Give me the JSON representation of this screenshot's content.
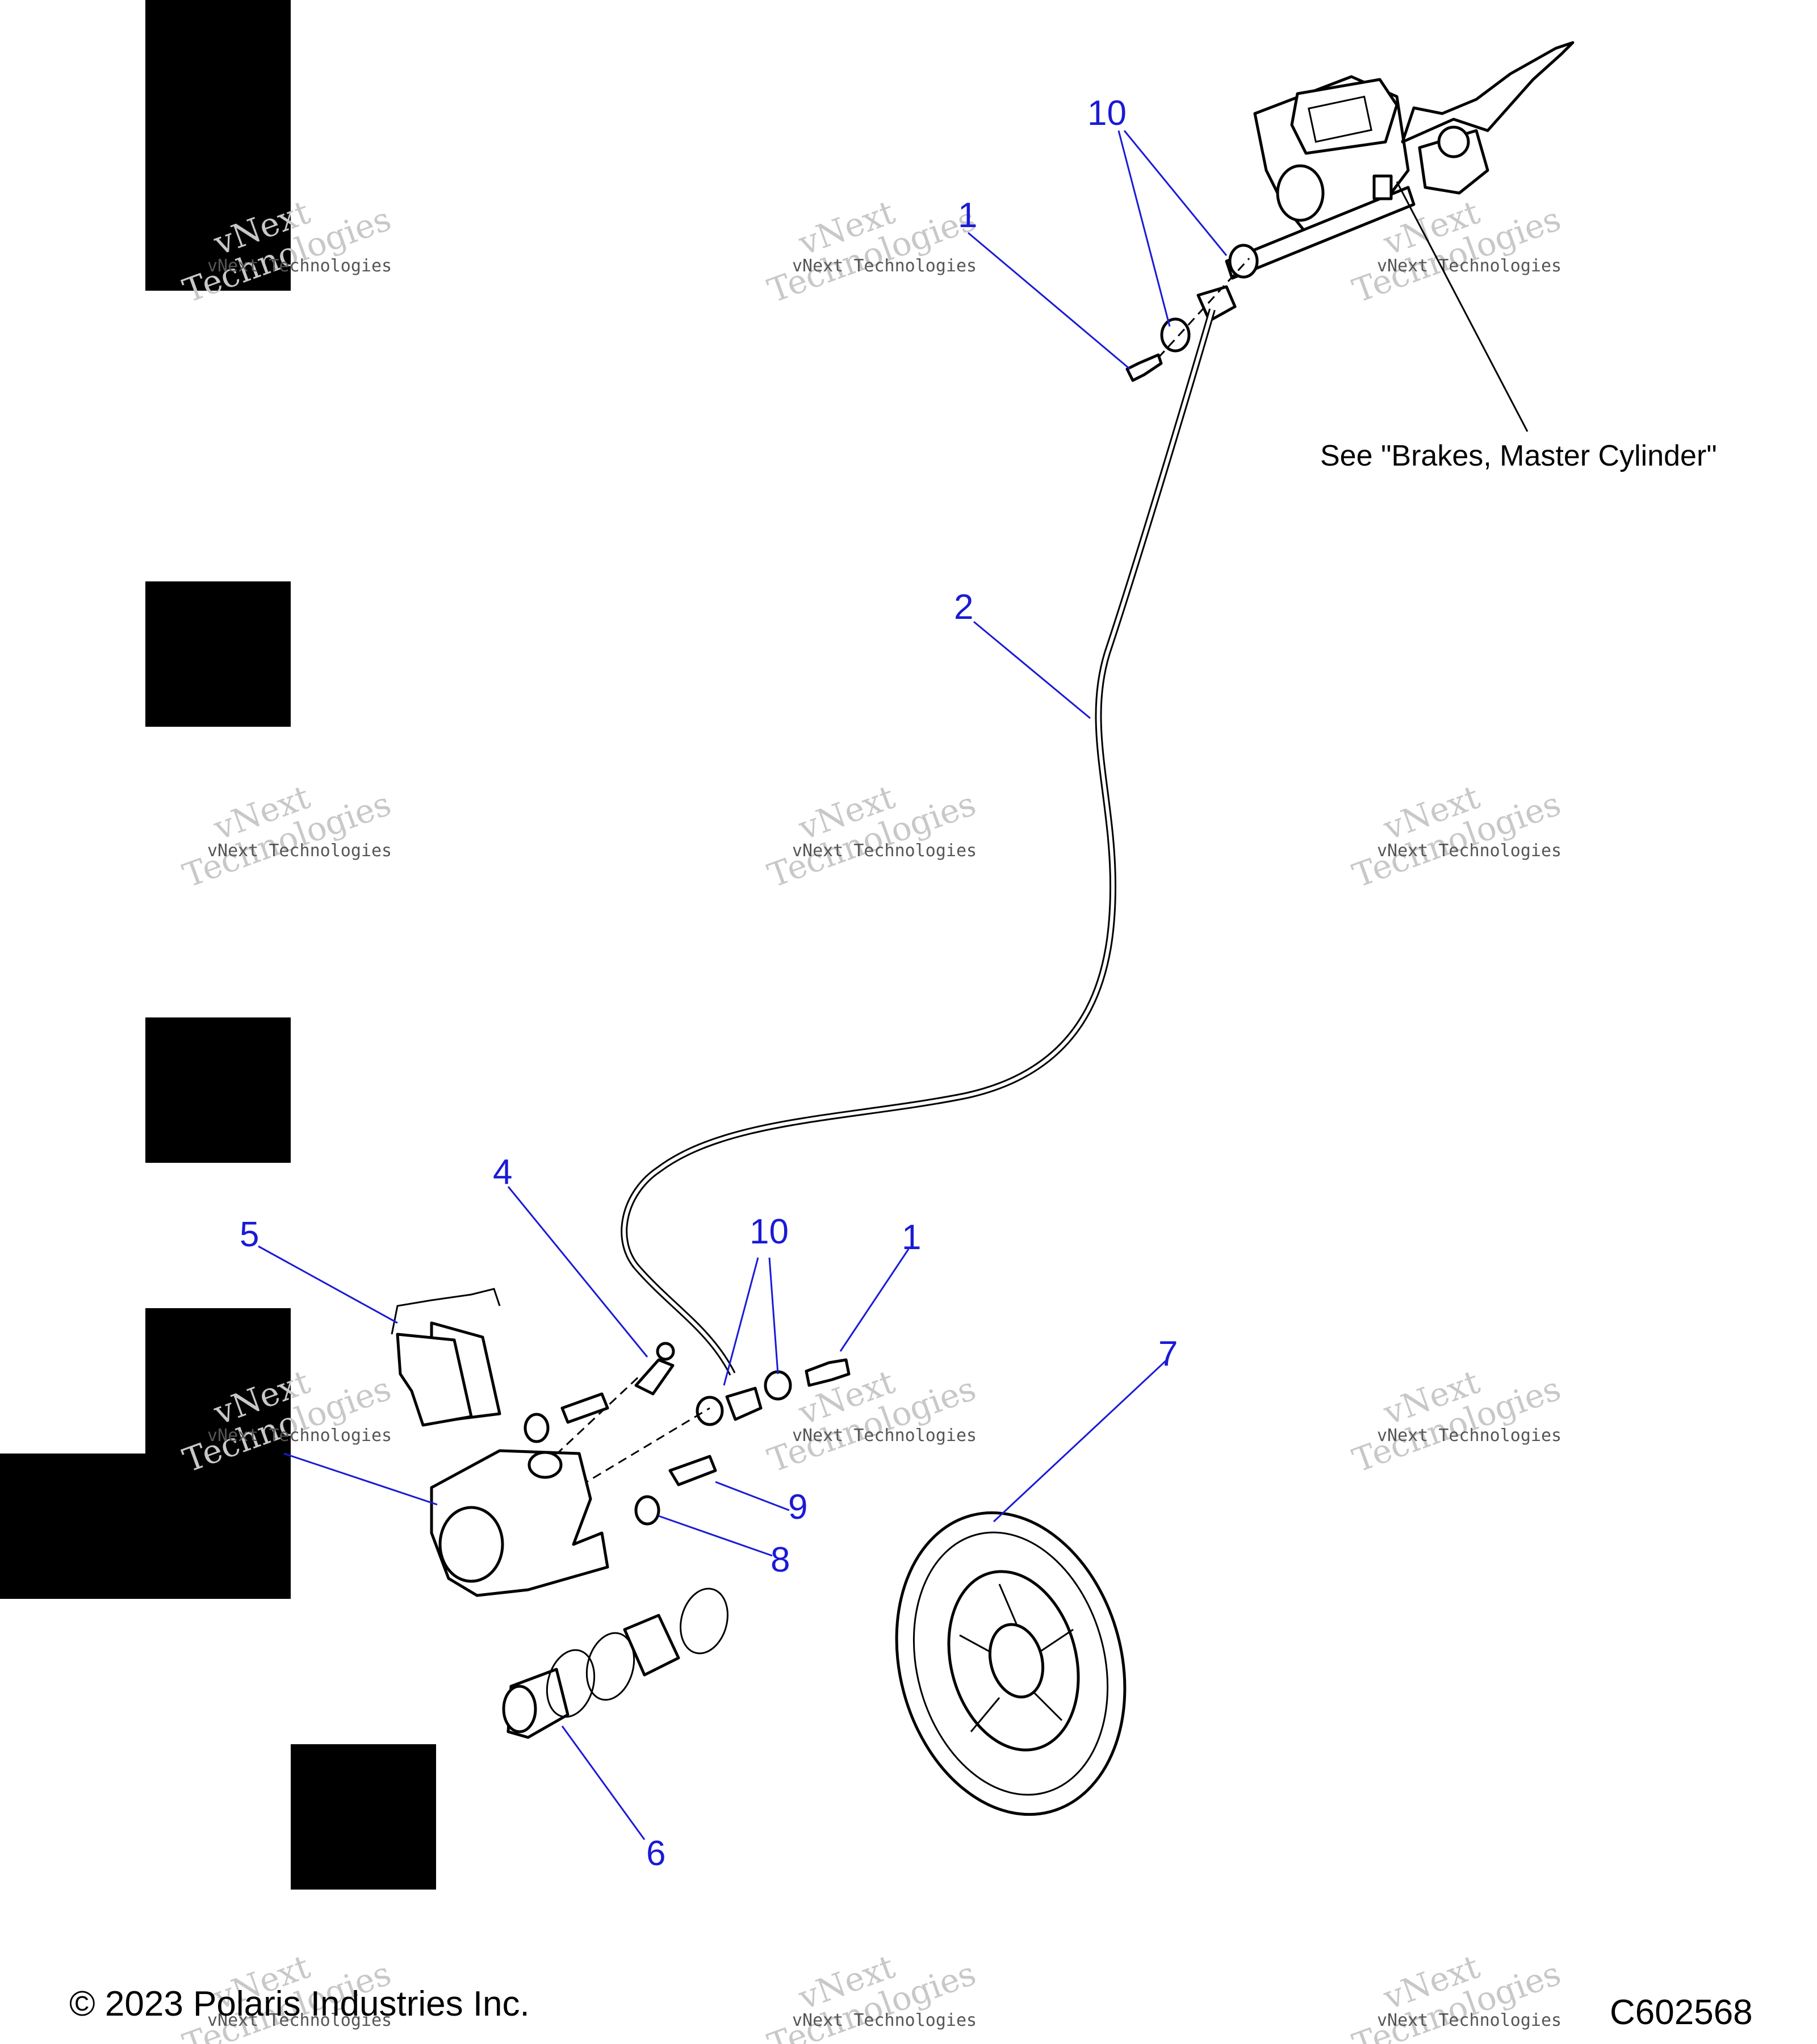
{
  "callouts": [
    {
      "id": "c10_top",
      "label": "10"
    },
    {
      "id": "c1_top",
      "label": "1"
    },
    {
      "id": "c2",
      "label": "2"
    },
    {
      "id": "c4",
      "label": "4"
    },
    {
      "id": "c5",
      "label": "5"
    },
    {
      "id": "c10_bottom",
      "label": "10"
    },
    {
      "id": "c1_bottom",
      "label": "1"
    },
    {
      "id": "c7",
      "label": "7"
    },
    {
      "id": "c9",
      "label": "9"
    },
    {
      "id": "c8",
      "label": "8"
    },
    {
      "id": "c6",
      "label": "6"
    }
  ],
  "note": "See \"Brakes, Master Cylinder\"",
  "footer": {
    "copyright": "© 2023 Polaris Industries Inc.",
    "code": "C602568"
  },
  "watermark": {
    "line1": "vNext",
    "line2": "vNext Technologies",
    "line3": "Technologies"
  },
  "colors": {
    "callout": "#1a1ad6",
    "ink": "#000000",
    "watermark": "#c8c8c8"
  }
}
